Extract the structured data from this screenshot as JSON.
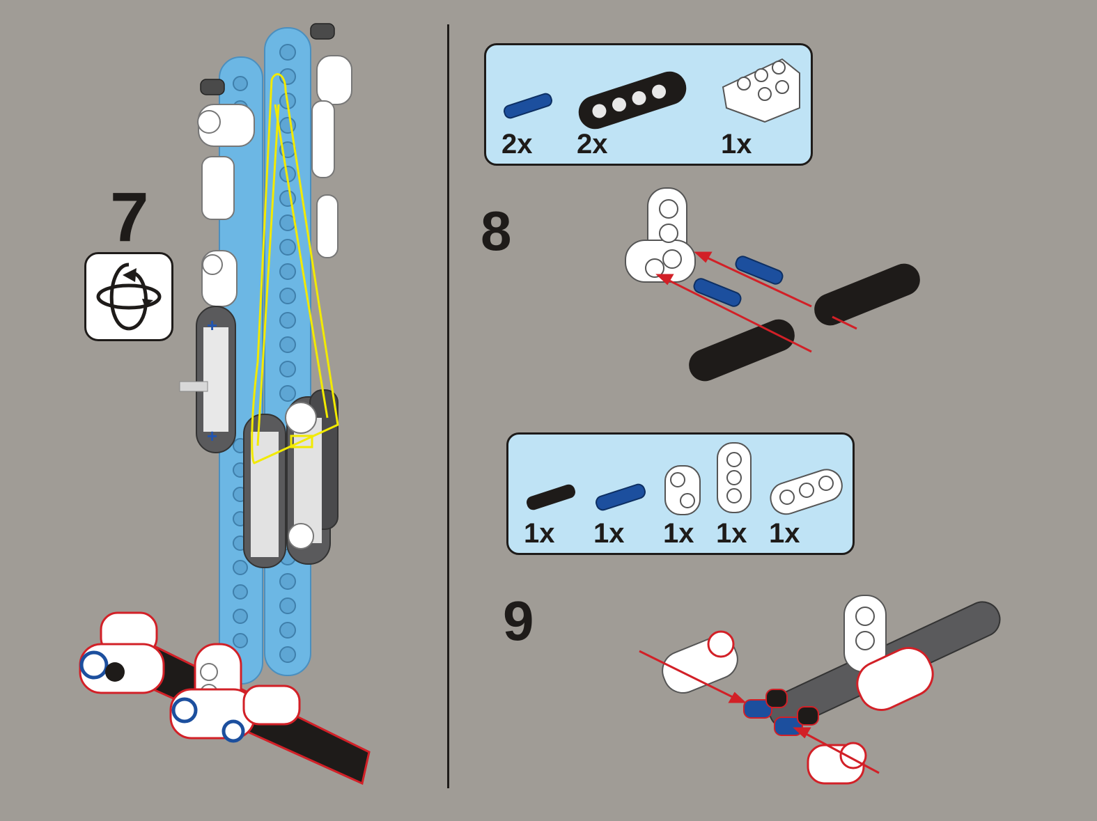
{
  "step7": {
    "number": "7",
    "rotate_icon": "rotate-model-icon"
  },
  "step8": {
    "number": "8",
    "parts": [
      {
        "qty": "2x",
        "icon": "blue-pin-icon"
      },
      {
        "qty": "2x",
        "icon": "black-beam-5-icon"
      },
      {
        "qty": "1x",
        "icon": "white-t-beam-icon"
      }
    ]
  },
  "step9": {
    "number": "9",
    "parts": [
      {
        "qty": "1x",
        "icon": "black-pin-icon"
      },
      {
        "qty": "1x",
        "icon": "blue-pin-icon"
      },
      {
        "qty": "1x",
        "icon": "white-connector-icon"
      },
      {
        "qty": "1x",
        "icon": "white-double-connector-icon"
      },
      {
        "qty": "1x",
        "icon": "white-beam-3-icon"
      }
    ]
  },
  "colors": {
    "background": "#a09c96",
    "parts_box": "#bfe3f5",
    "light_blue_beam": "#6cb7e4",
    "dark_blue_pin": "#1c4f9e",
    "black_beam": "#1e1b19",
    "arrow_red": "#d22027",
    "highlight_yellow": "#f2ea00"
  }
}
